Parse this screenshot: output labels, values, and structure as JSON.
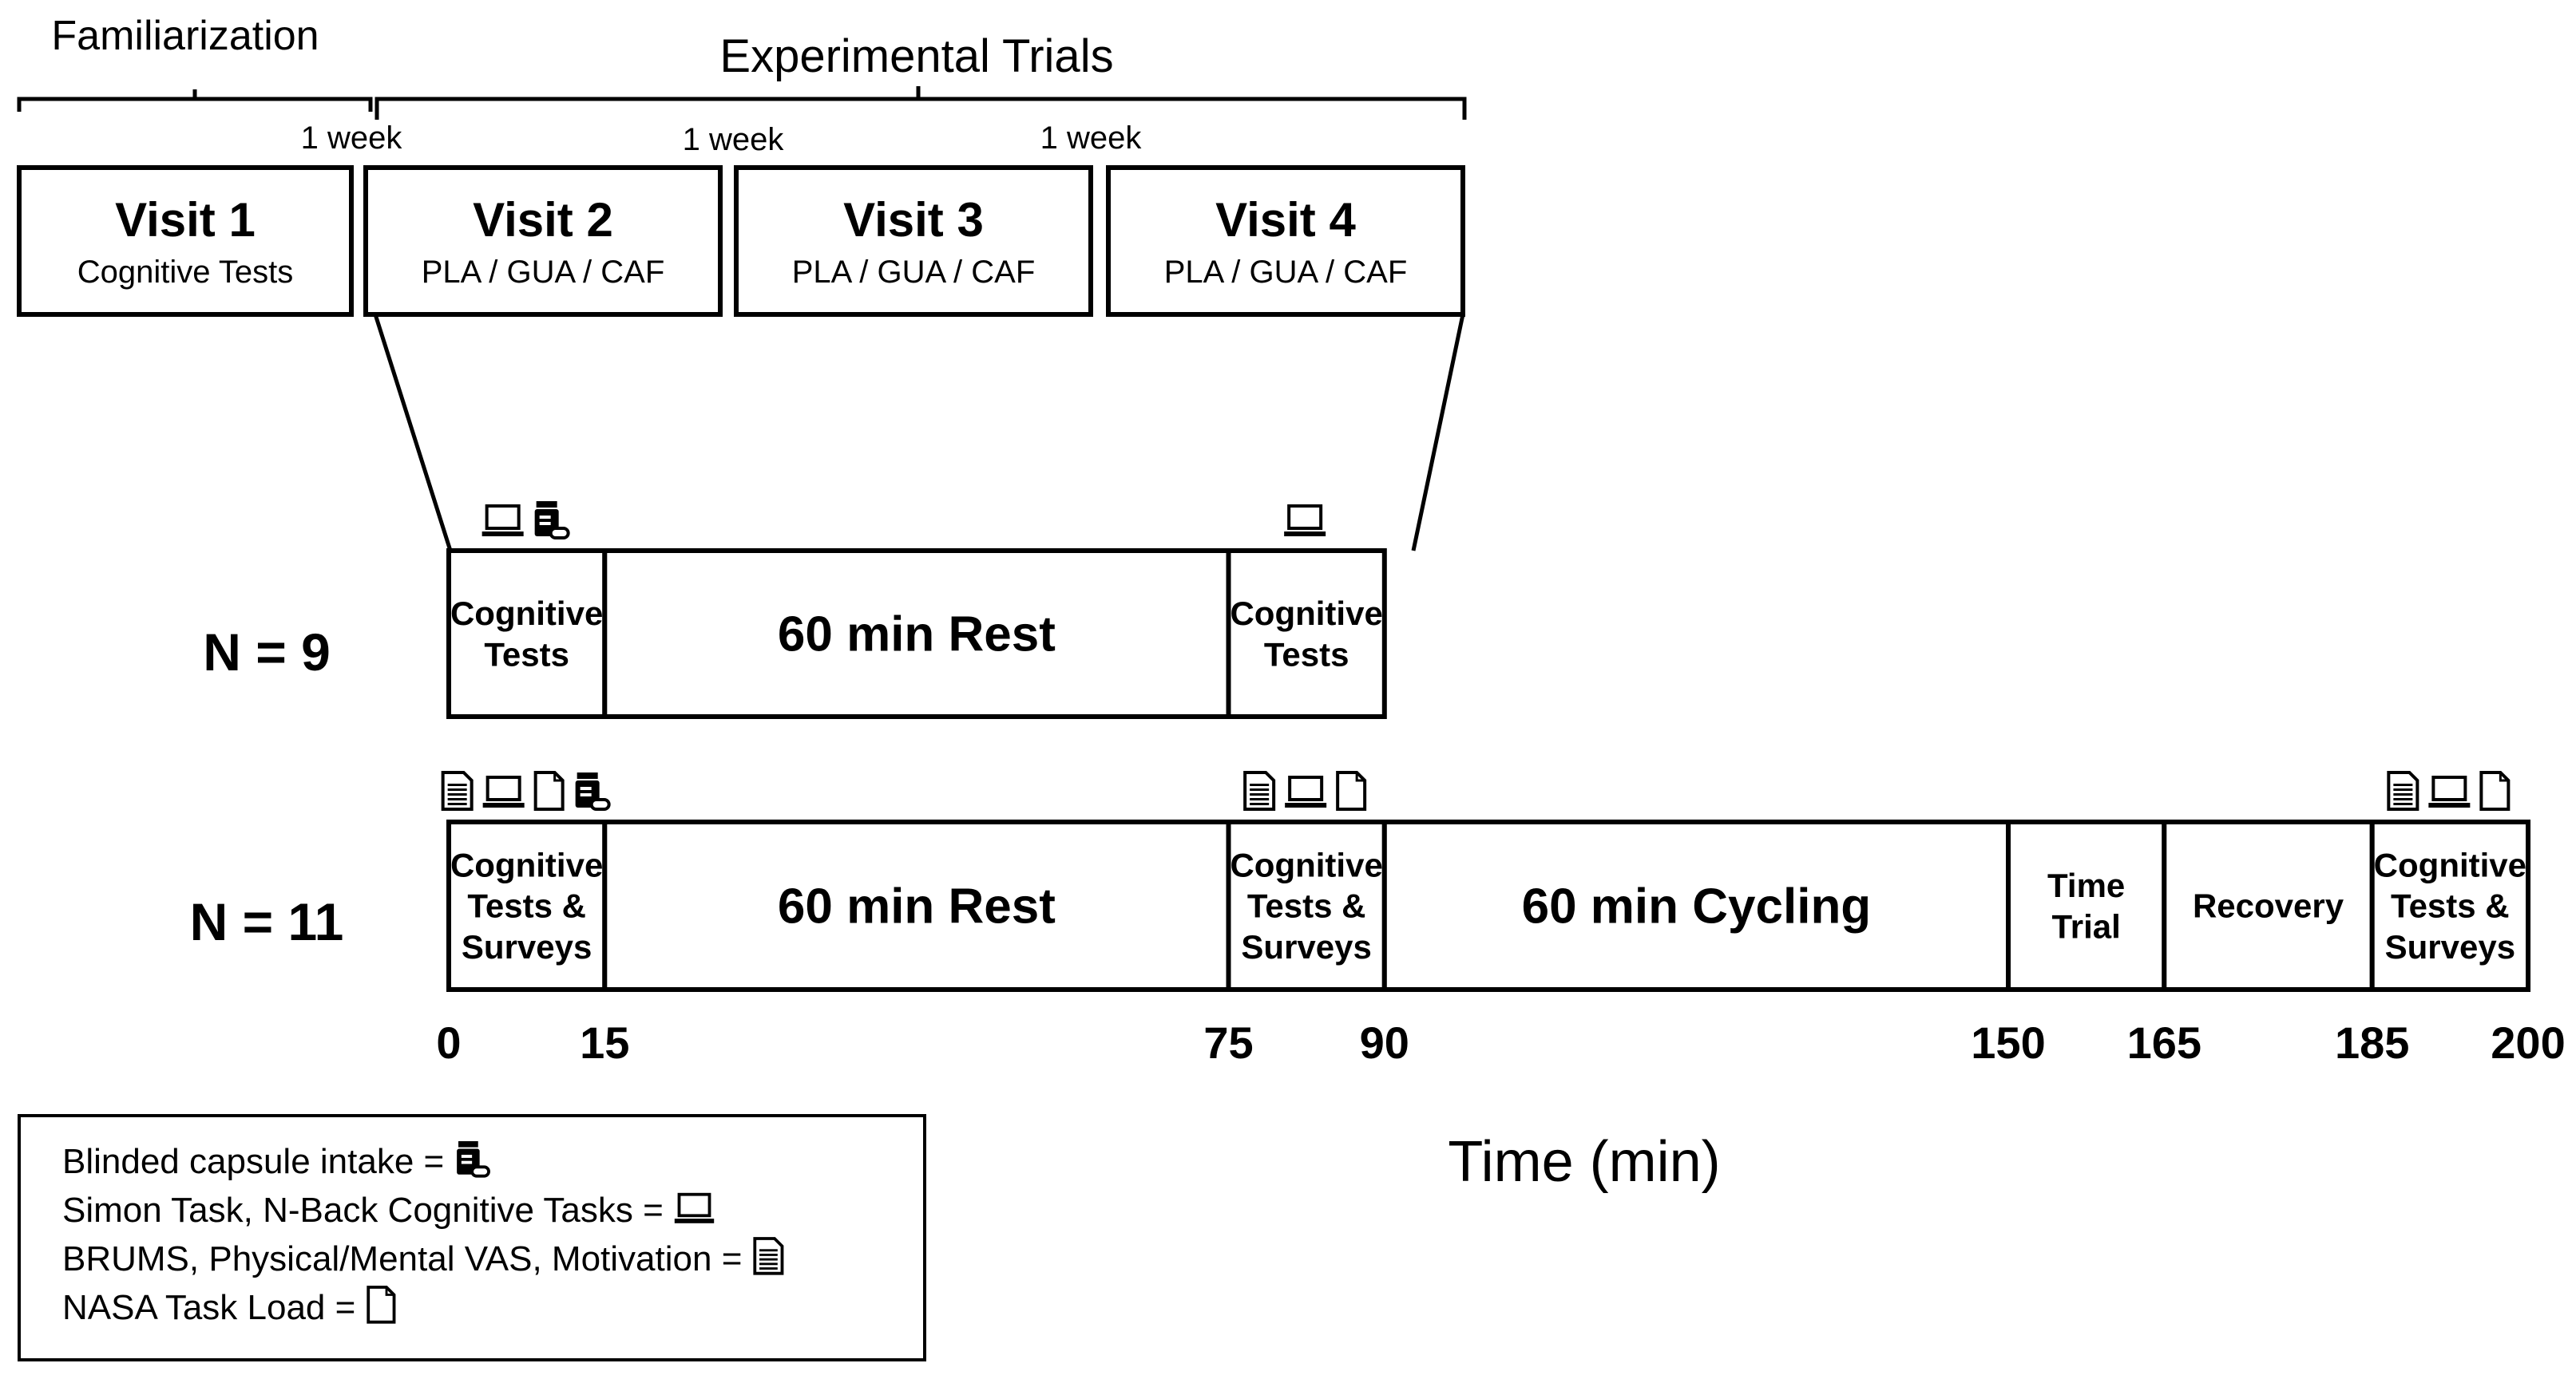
{
  "header": {
    "familiarization": "Familiarization",
    "experimental_trials": "Experimental Trials",
    "gap_labels": [
      "1 week",
      "1 week",
      "1 week"
    ]
  },
  "visits": [
    {
      "title": "Visit 1",
      "subtitle": "Cognitive Tests"
    },
    {
      "title": "Visit 2",
      "subtitle": "PLA / GUA / CAF"
    },
    {
      "title": "Visit 3",
      "subtitle": "PLA / GUA / CAF"
    },
    {
      "title": "Visit 4",
      "subtitle": "PLA / GUA / CAF"
    }
  ],
  "protocol_n9": {
    "label": "N = 9",
    "segments": [
      {
        "start": 0,
        "end": 15,
        "lines": [
          "Cognitive",
          "Tests"
        ],
        "icons": [
          "laptop-icon",
          "capsule-icon"
        ]
      },
      {
        "start": 15,
        "end": 75,
        "lines": [
          "60 min Rest"
        ],
        "icons": []
      },
      {
        "start": 75,
        "end": 90,
        "lines": [
          "Cognitive",
          "Tests"
        ],
        "icons": [
          "laptop-icon"
        ]
      }
    ]
  },
  "protocol_n11": {
    "label": "N = 11",
    "segments": [
      {
        "start": 0,
        "end": 15,
        "lines": [
          "Cognitive",
          "Tests &",
          "Surveys"
        ],
        "icons": [
          "survey-doc-icon",
          "laptop-icon",
          "blank-doc-icon",
          "capsule-icon"
        ]
      },
      {
        "start": 15,
        "end": 75,
        "lines": [
          "60 min Rest"
        ],
        "icons": []
      },
      {
        "start": 75,
        "end": 90,
        "lines": [
          "Cognitive",
          "Tests &",
          "Surveys"
        ],
        "icons": [
          "survey-doc-icon",
          "laptop-icon",
          "blank-doc-icon"
        ]
      },
      {
        "start": 90,
        "end": 150,
        "lines": [
          "60 min Cycling"
        ],
        "icons": []
      },
      {
        "start": 150,
        "end": 165,
        "lines": [
          "Time",
          "Trial"
        ],
        "icons": []
      },
      {
        "start": 165,
        "end": 185,
        "lines": [
          "Recovery"
        ],
        "icons": []
      },
      {
        "start": 185,
        "end": 200,
        "lines": [
          "Cognitive",
          "Tests &",
          "Surveys"
        ],
        "icons": [
          "survey-doc-icon",
          "laptop-icon",
          "blank-doc-icon"
        ]
      }
    ]
  },
  "time_axis": {
    "ticks": [
      "0",
      "15",
      "75",
      "90",
      "150",
      "165",
      "185",
      "200"
    ],
    "label": "Time (min)"
  },
  "legend": {
    "items": [
      {
        "text": "Blinded capsule intake =",
        "icon": "capsule-icon"
      },
      {
        "text": "Simon Task, N-Back Cognitive Tasks =",
        "icon": "laptop-icon"
      },
      {
        "text": "BRUMS, Physical/Mental VAS, Motivation =",
        "icon": "survey-doc-icon"
      },
      {
        "text": "NASA Task Load =",
        "icon": "blank-doc-icon"
      }
    ]
  }
}
